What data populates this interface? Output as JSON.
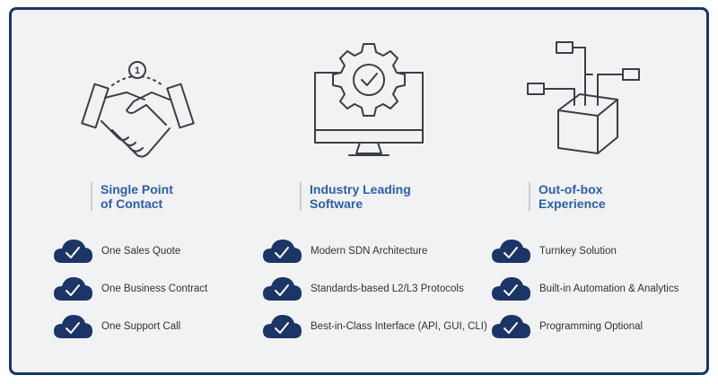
{
  "colors": {
    "border": "#1b3566",
    "accent": "#2c5ea8",
    "cloud": "#1b3566",
    "line": "#3a3f45"
  },
  "sections": [
    {
      "icon": "handshake-icon",
      "badge": "1",
      "title_line1": "Single Point",
      "title_line2": "of Contact",
      "items": [
        "One Sales Quote",
        "One Business Contract",
        "One Support Call"
      ]
    },
    {
      "icon": "monitor-gear-icon",
      "title_line1": "Industry Leading",
      "title_line2": "Software",
      "items": [
        "Modern SDN Architecture",
        "Standards-based L2/L3 Protocols",
        "Best-in-Class Interface (API, GUI, CLI)"
      ]
    },
    {
      "icon": "box-network-icon",
      "title_line1": "Out-of-box",
      "title_line2": "Experience",
      "items": [
        "Turnkey Solution",
        "Built-in Automation & Analytics",
        "Programming Optional"
      ]
    }
  ]
}
